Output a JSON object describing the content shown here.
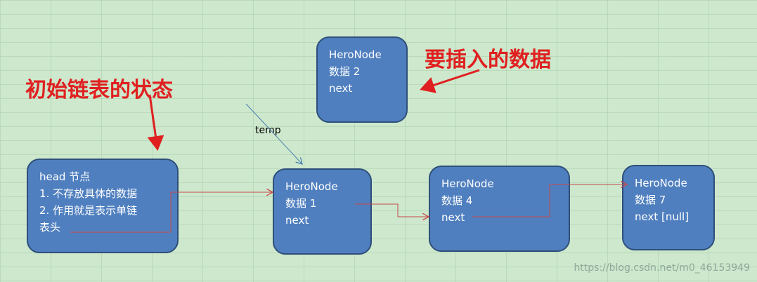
{
  "labels": {
    "initial_state": "初始链表的状态",
    "to_insert": "要插入的数据",
    "temp": "temp"
  },
  "nodes": {
    "head": {
      "line1": "head 节点",
      "line2": "1. 不存放具体的数据",
      "line3": "2. 作用就是表示单链",
      "line4": "表头"
    },
    "insert": {
      "line1": "HeroNode",
      "line2": "数据 2",
      "line3": "next"
    },
    "node1": {
      "line1": "HeroNode",
      "line2": "数据 1",
      "line3": "next"
    },
    "node4": {
      "line1": "HeroNode",
      "line2": "数据 4",
      "line3": "next"
    },
    "node7": {
      "line1": "HeroNode",
      "line2": "数据 7",
      "line3": "next [null]"
    }
  },
  "watermark": "https://blog.csdn.net/m0_46153949",
  "colors": {
    "background": "#cde8cd",
    "node_fill": "#4f7fbf",
    "node_border": "#2f4f7a",
    "annotation_red": "#e02020",
    "pointer_line": "#c84a4a",
    "temp_arrow": "#4a7fb0"
  }
}
